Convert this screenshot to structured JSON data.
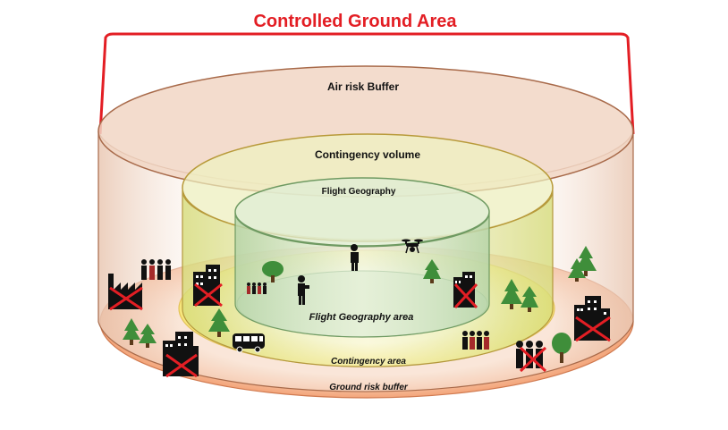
{
  "title": "Controlled Ground Area",
  "labels": {
    "air_risk_buffer": "Air risk Buffer",
    "contingency_volume": "Contingency volume",
    "flight_geography": "Flight Geography",
    "flight_geography_area": "Flight Geography area",
    "contingency_area": "Contingency area",
    "ground_risk_buffer": "Ground risk buffer"
  },
  "colors": {
    "title_red": "#e31e24",
    "bracket_red": "#e31e24",
    "outer_fill": "#f3dccb",
    "outer_edge": "#a86a4a",
    "ground_ring": "#f6b38a",
    "contingency_fill": "#eef2b8",
    "contingency_edge": "#c7a94a",
    "contingency_ground": "#fdf2a6",
    "flight_fill": "#dfeed6",
    "flight_edge": "#6f9a62",
    "tree_green": "#3f8e3a",
    "cross_red": "#e31e24",
    "building_dark": "#1a1a1a"
  },
  "icons": [
    "factory-icon",
    "building-icon",
    "people-group-icon",
    "tree-icon",
    "person-icon",
    "drone-icon",
    "bus-icon",
    "drone-pilot-icon"
  ]
}
